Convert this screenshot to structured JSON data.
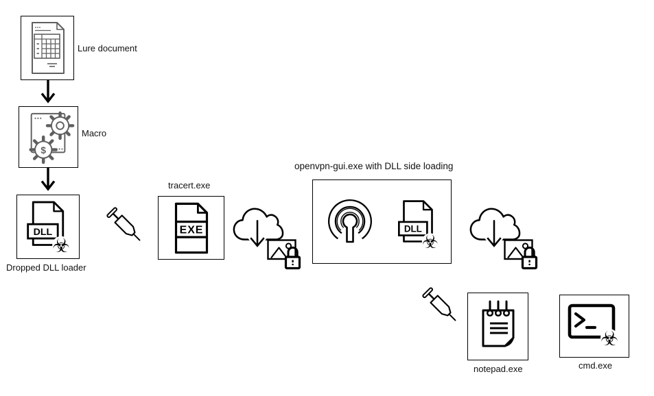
{
  "diagram": {
    "background": "#ffffff",
    "nodes": {
      "lure_document": {
        "label": "Lure document"
      },
      "macro": {
        "label": "Macro",
        "gear_glyph": "$"
      },
      "dll_loader": {
        "label": "Dropped DLL loader",
        "file_badge": "DLL"
      },
      "tracert": {
        "label": "tracert.exe",
        "file_badge": "EXE"
      },
      "openvpn": {
        "label": "openvpn-gui.exe with DLL side loading",
        "file_badge": "DLL"
      },
      "notepad": {
        "label": "notepad.exe"
      },
      "cmd": {
        "label": "cmd.exe"
      }
    },
    "glyphs": {
      "biohazard": "☣"
    },
    "icons": [
      "spreadsheet-document-icon",
      "macro-gears-icon",
      "dll-file-biohazard-icon",
      "syringe-icon",
      "exe-file-icon",
      "cloud-download-icon",
      "encrypted-image-lock-icon",
      "openvpn-logo-icon",
      "notepad-icon",
      "terminal-biohazard-icon",
      "down-arrow-icon"
    ],
    "colors": {
      "line": "#000000",
      "muted_icon": "#5f5f5f",
      "box_border": "#000000"
    }
  }
}
